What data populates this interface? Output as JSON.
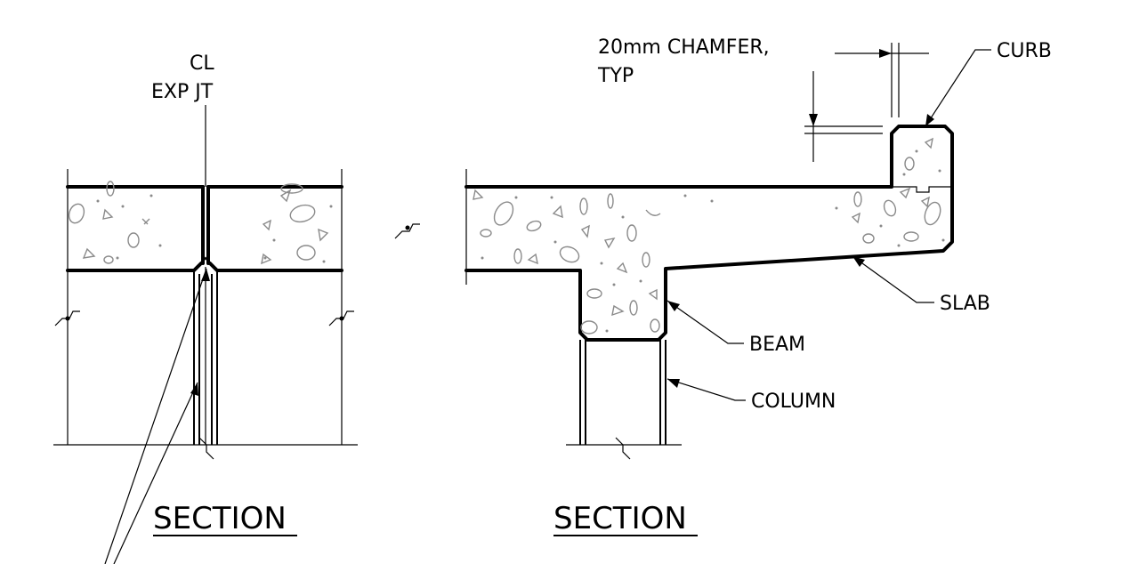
{
  "left_section": {
    "title": "SECTION",
    "joint_label_line1": "CL",
    "joint_label_line2": "EXP JT"
  },
  "right_section": {
    "title": "SECTION",
    "chamfer_label_line1": "20mm CHAMFER,",
    "chamfer_label_line2": "TYP",
    "curb_label": "CURB",
    "slab_label": "SLAB",
    "beam_label": "BEAM",
    "column_label": "COLUMN"
  },
  "colors": {
    "linework": "#000000",
    "aggregate": "#8a8a8a",
    "background": "#ffffff"
  }
}
